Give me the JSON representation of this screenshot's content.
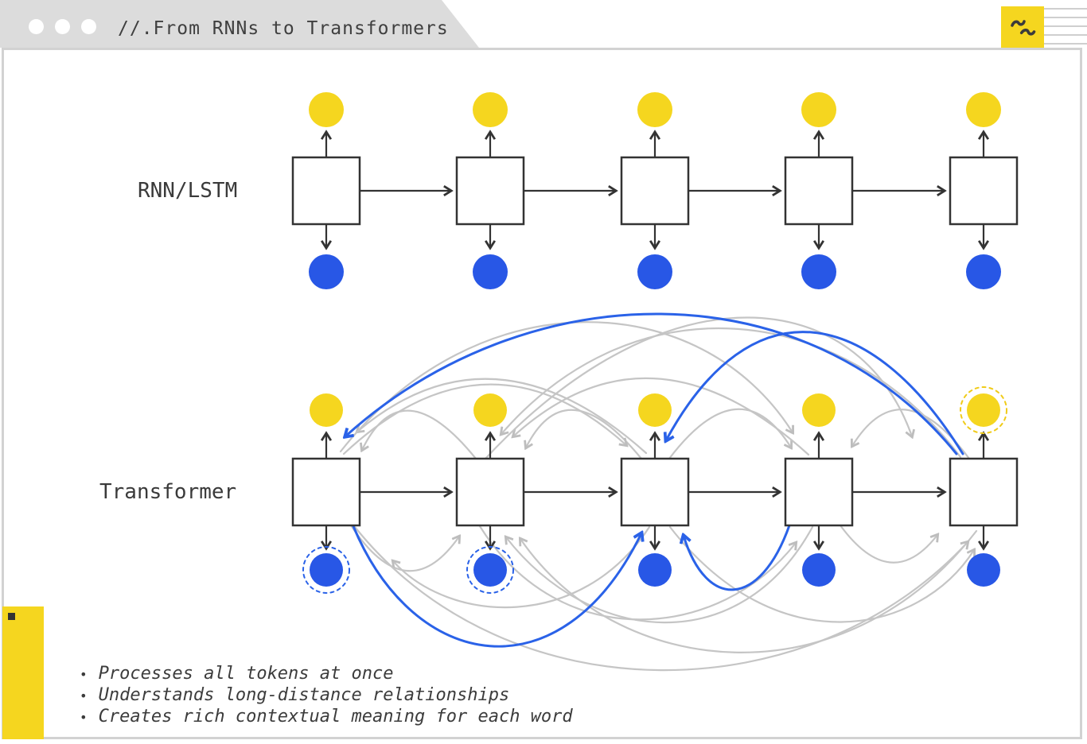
{
  "window": {
    "title": "//.From RNNs to Transformers",
    "controls_count": 3,
    "corner_icon": "squiggle-link-icon"
  },
  "rows": {
    "rnn": {
      "label": "RNN/LSTM"
    },
    "transformer": {
      "label": "Transformer"
    }
  },
  "bullets": {
    "char": "•",
    "items": [
      "Processes all tokens at once",
      "Understands long-distance relationships",
      "Creates rich contextual meaning for each word"
    ]
  },
  "colors": {
    "chrome_gray": "#dcdcdc",
    "frame_gray": "#d2d2d2",
    "ink": "#3a3a3a",
    "node_stroke": "#333333",
    "token_yellow": "#f5d61f",
    "token_blue": "#2857e6",
    "arc_gray": "#c5c5c5",
    "arc_blue": "#2a62e8"
  }
}
